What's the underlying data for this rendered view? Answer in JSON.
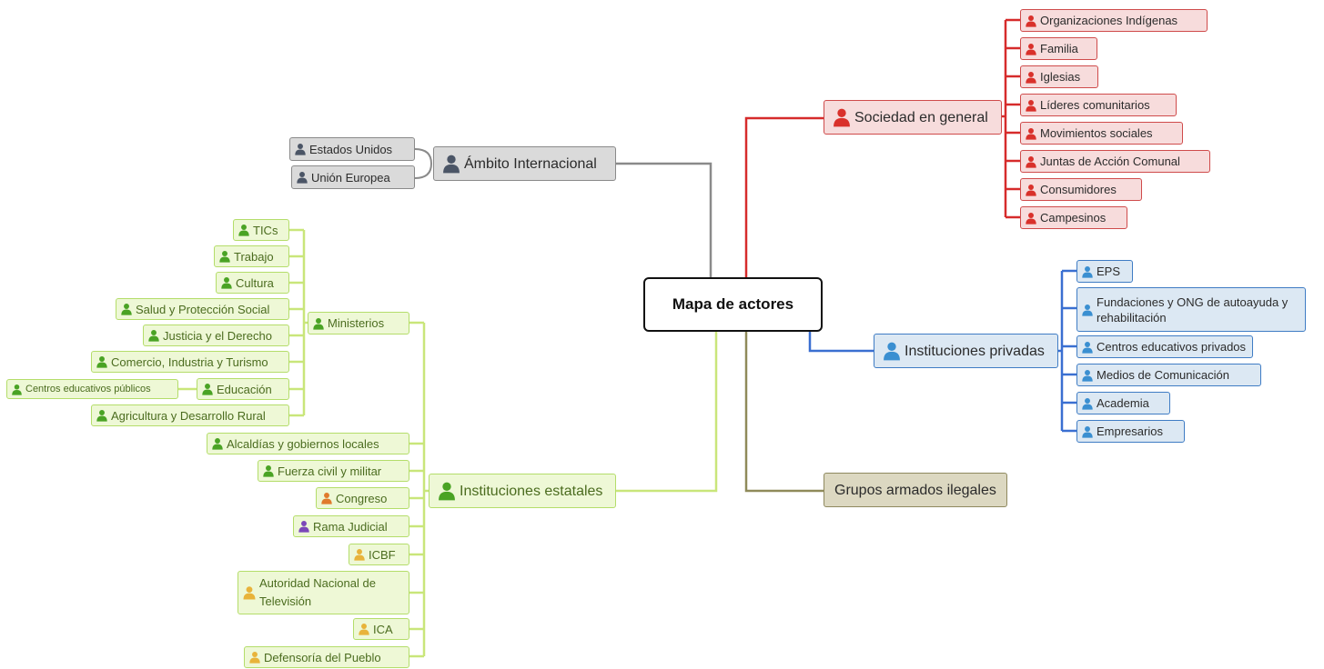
{
  "colors": {
    "red": "#d62b2b",
    "blue": "#3a6fd1",
    "green": "#c9e67a",
    "gray": "#8a8a8a",
    "olive": "#8f8a5a",
    "person_red": "#d9312b",
    "person_blue": "#3a8fd1",
    "person_green": "#4aa324",
    "person_gray": "#4b5566",
    "person_orange": "#e07a2c",
    "person_purple": "#7b47b8",
    "person_yellow": "#e8b33a"
  },
  "center": {
    "label": "Mapa de actores"
  },
  "sociedad": {
    "label": "Sociedad en general",
    "icon": "person-icon-red",
    "items": [
      "Organizaciones Indígenas",
      "Familia",
      "Iglesias",
      "Líderes comunitarios",
      "Movimientos sociales",
      "Juntas de Acción Comunal",
      "Consumidores",
      "Campesinos"
    ]
  },
  "privadas": {
    "label": "Instituciones privadas",
    "icon": "person-icon-blue",
    "items": [
      "EPS",
      "Fundaciones y ONG de autoayuda y rehabilitación",
      "Centros educativos privados",
      "Medios de Comunicación",
      "Academia",
      "Empresarios"
    ]
  },
  "armados": {
    "label": "Grupos armados ilegales"
  },
  "internacional": {
    "label": "Ámbito Internacional",
    "icon": "person-icon-gray",
    "items": [
      "Estados Unidos",
      "Unión Europea"
    ]
  },
  "ministerios": {
    "label": "Ministerios",
    "items": [
      "TICs",
      "Trabajo",
      "Cultura",
      "Salud y Protección Social",
      "Justicia y el Derecho",
      "Comercio, Industria y Turismo",
      "Educación",
      "Agricultura y Desarrollo Rural"
    ],
    "educacion_child": "Centros educativos públicos"
  },
  "estatales": {
    "label": "Instituciones estatales",
    "items": [
      "Alcaldías y gobiernos locales",
      "Fuerza civil y militar",
      "Congreso",
      "Rama Judicial",
      "ICBF",
      "Autoridad Nacional de Televisión",
      "ICA",
      "Defensoría del Pueblo"
    ]
  }
}
